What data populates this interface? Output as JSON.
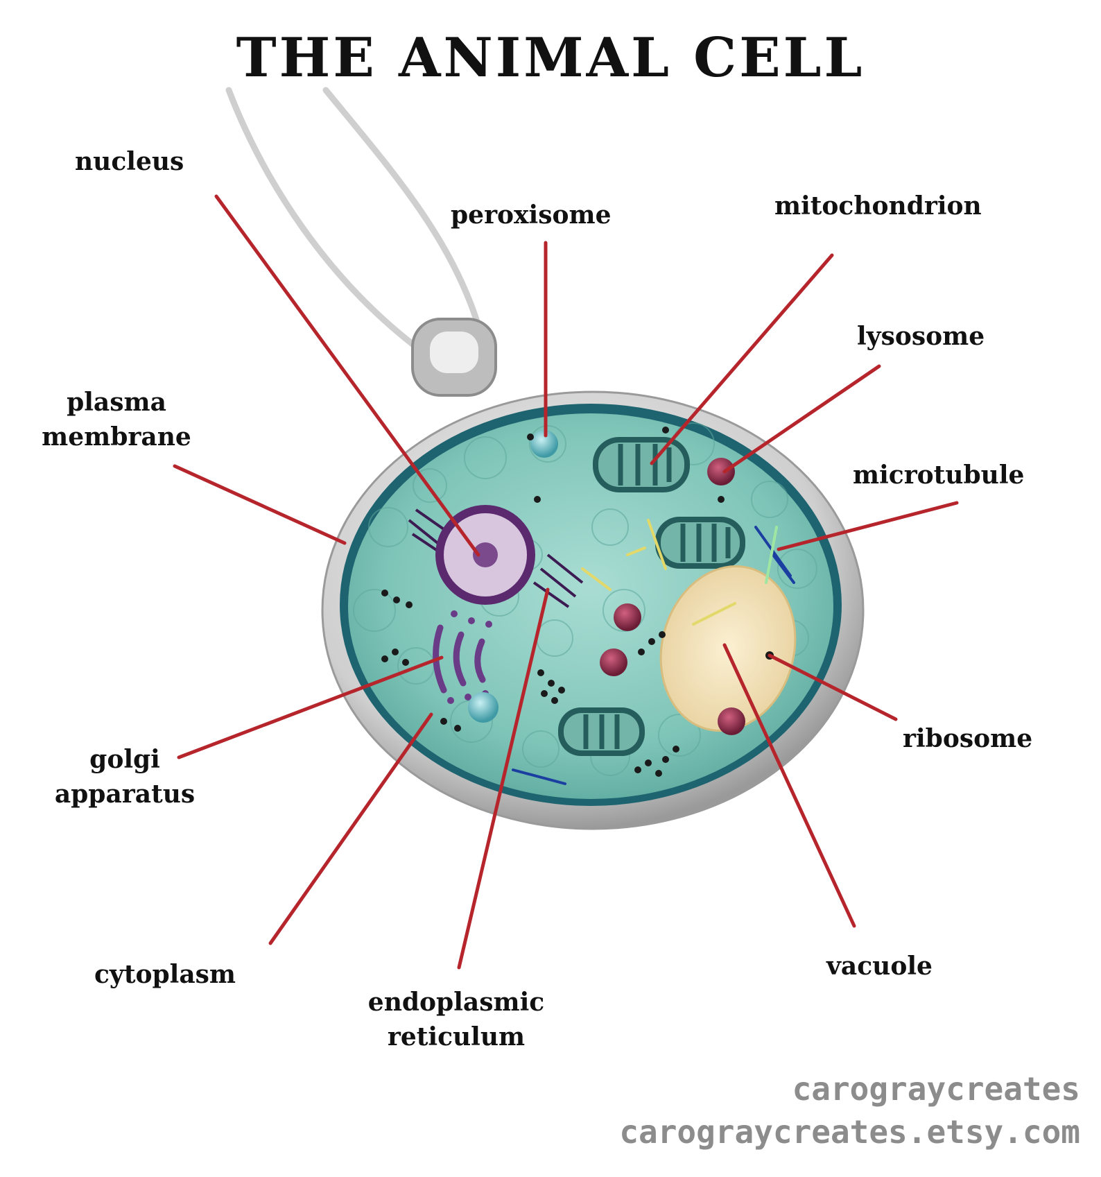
{
  "title": "THE ANIMAL CELL",
  "labels": {
    "nucleus": "nucleus",
    "peroxisome": "peroxisome",
    "mitochondrion": "mitochondrion",
    "lysosome": "lysosome",
    "plasma_membrane": [
      "plasma",
      "membrane"
    ],
    "microtubule": "microtubule",
    "golgi_apparatus": [
      "golgi",
      "apparatus"
    ],
    "ribosome": "ribosome",
    "cytoplasm": "cytoplasm",
    "endoplasmic_reticulum": [
      "endoplasmic",
      "reticulum"
    ],
    "vacuole": "vacuole"
  },
  "credit": {
    "name": "carograycreates",
    "url": "carograycreates.etsy.com"
  },
  "colors": {
    "leader_line": "#b5252b",
    "cytoplasm": "#7fc4b8",
    "membrane_ring": "#1d6470",
    "bezel": "#d8d8d8",
    "nucleus": "#d7c6dd",
    "nucleus_rim": "#5b2a6e",
    "vacuole": "#f3e2b8",
    "lysosome": "#8e2a4a",
    "peroxisome": "#6fc3cc",
    "credit_text": "#8c8c8c"
  }
}
